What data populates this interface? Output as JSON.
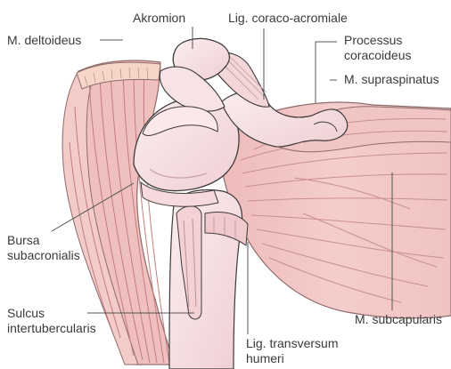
{
  "labels": {
    "akromion": "Akromion",
    "lig_coraco_acromiale": "Lig. coraco-acromiale",
    "m_deltoideus": "M. deltoideus",
    "processus_coracoideus": [
      "Processus",
      "coracoideus"
    ],
    "m_supraspinatus": "M. supraspinatus",
    "bursa_subacromialis": [
      "Bursa",
      "subacronialis"
    ],
    "sulcus_intertubercularis": [
      "Sulcus",
      "intertubercularis"
    ],
    "lig_transversum_humeri": [
      "Lig. transversum",
      "humeri"
    ],
    "m_subcapularis": "M. subcapularis"
  },
  "colors": {
    "muscle": "#f2c6c4",
    "muscle_light": "#f6d8d6",
    "muscle_line": "#c48a8a",
    "bone": "#f7e1e3",
    "bone_shade": "#e9c2c6",
    "outline": "#3e3a3a",
    "leader": "#555555",
    "text": "#3a3a3a"
  }
}
